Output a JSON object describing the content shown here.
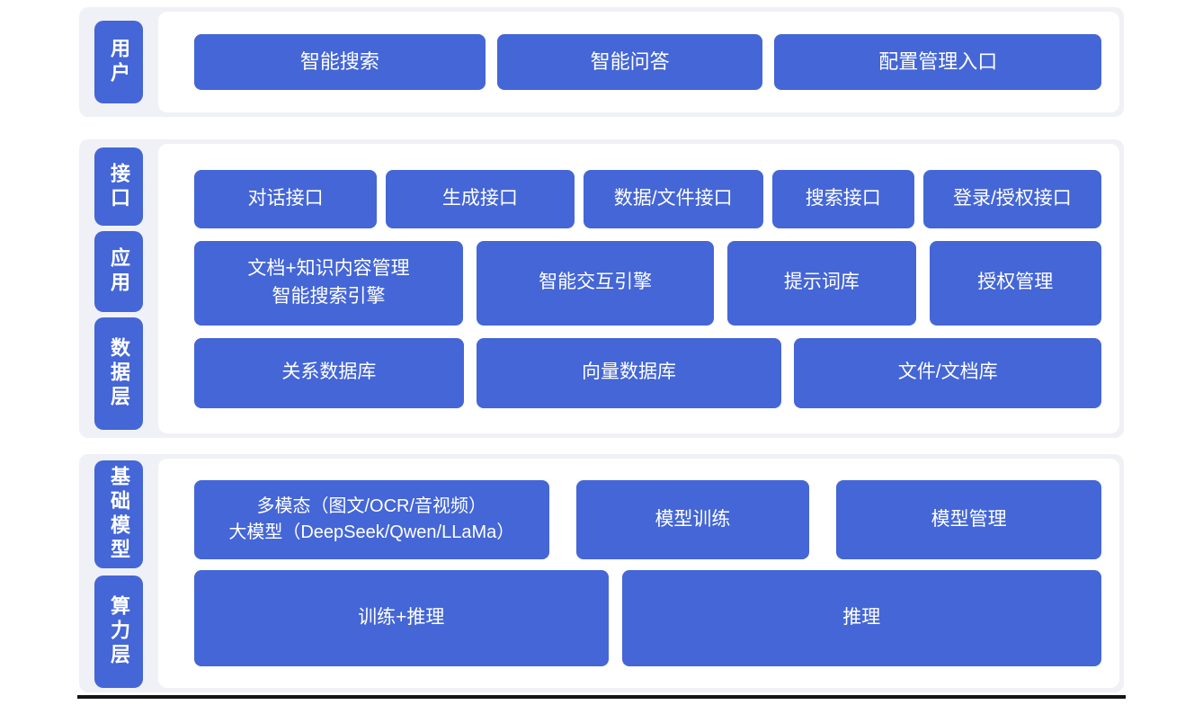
{
  "colors": {
    "accent": "#4466d6",
    "band_background": "#eff1f6",
    "panel_background": "#ffffff",
    "node_text": "#ffffff",
    "bottom_line": "#141414"
  },
  "sections": [
    {
      "name": "user-layer",
      "side_labels": [
        {
          "text": "用户"
        }
      ],
      "rows": [
        {
          "items": [
            {
              "label": "智能搜索"
            },
            {
              "label": "智能问答"
            },
            {
              "label": "配置管理入口"
            }
          ]
        }
      ]
    },
    {
      "name": "interface-application-data-layer",
      "side_labels": [
        {
          "text": "接口"
        },
        {
          "text": "应用"
        },
        {
          "text": "数据层"
        }
      ],
      "rows": [
        {
          "items": [
            {
              "label": "对话接口"
            },
            {
              "label": "生成接口"
            },
            {
              "label": "数据/文件接口"
            },
            {
              "label": "搜索接口"
            },
            {
              "label": "登录/授权接口"
            }
          ]
        },
        {
          "items": [
            {
              "label": "文档+知识内容管理\n智能搜索引擎"
            },
            {
              "label": "智能交互引擎"
            },
            {
              "label": "提示词库"
            },
            {
              "label": "授权管理"
            }
          ]
        },
        {
          "items": [
            {
              "label": "关系数据库"
            },
            {
              "label": "向量数据库"
            },
            {
              "label": "文件/文档库"
            }
          ]
        }
      ]
    },
    {
      "name": "base-model-compute-layer",
      "side_labels": [
        {
          "text": "基础模型"
        },
        {
          "text": "算力层"
        }
      ],
      "rows": [
        {
          "items": [
            {
              "label": "多模态（图文/OCR/音视频）\n大模型（DeepSeek/Qwen/LLaMa）"
            },
            {
              "label": "模型训练"
            },
            {
              "label": "模型管理"
            }
          ]
        },
        {
          "items": [
            {
              "label": "训练+推理"
            },
            {
              "label": "推理"
            }
          ]
        }
      ]
    }
  ]
}
